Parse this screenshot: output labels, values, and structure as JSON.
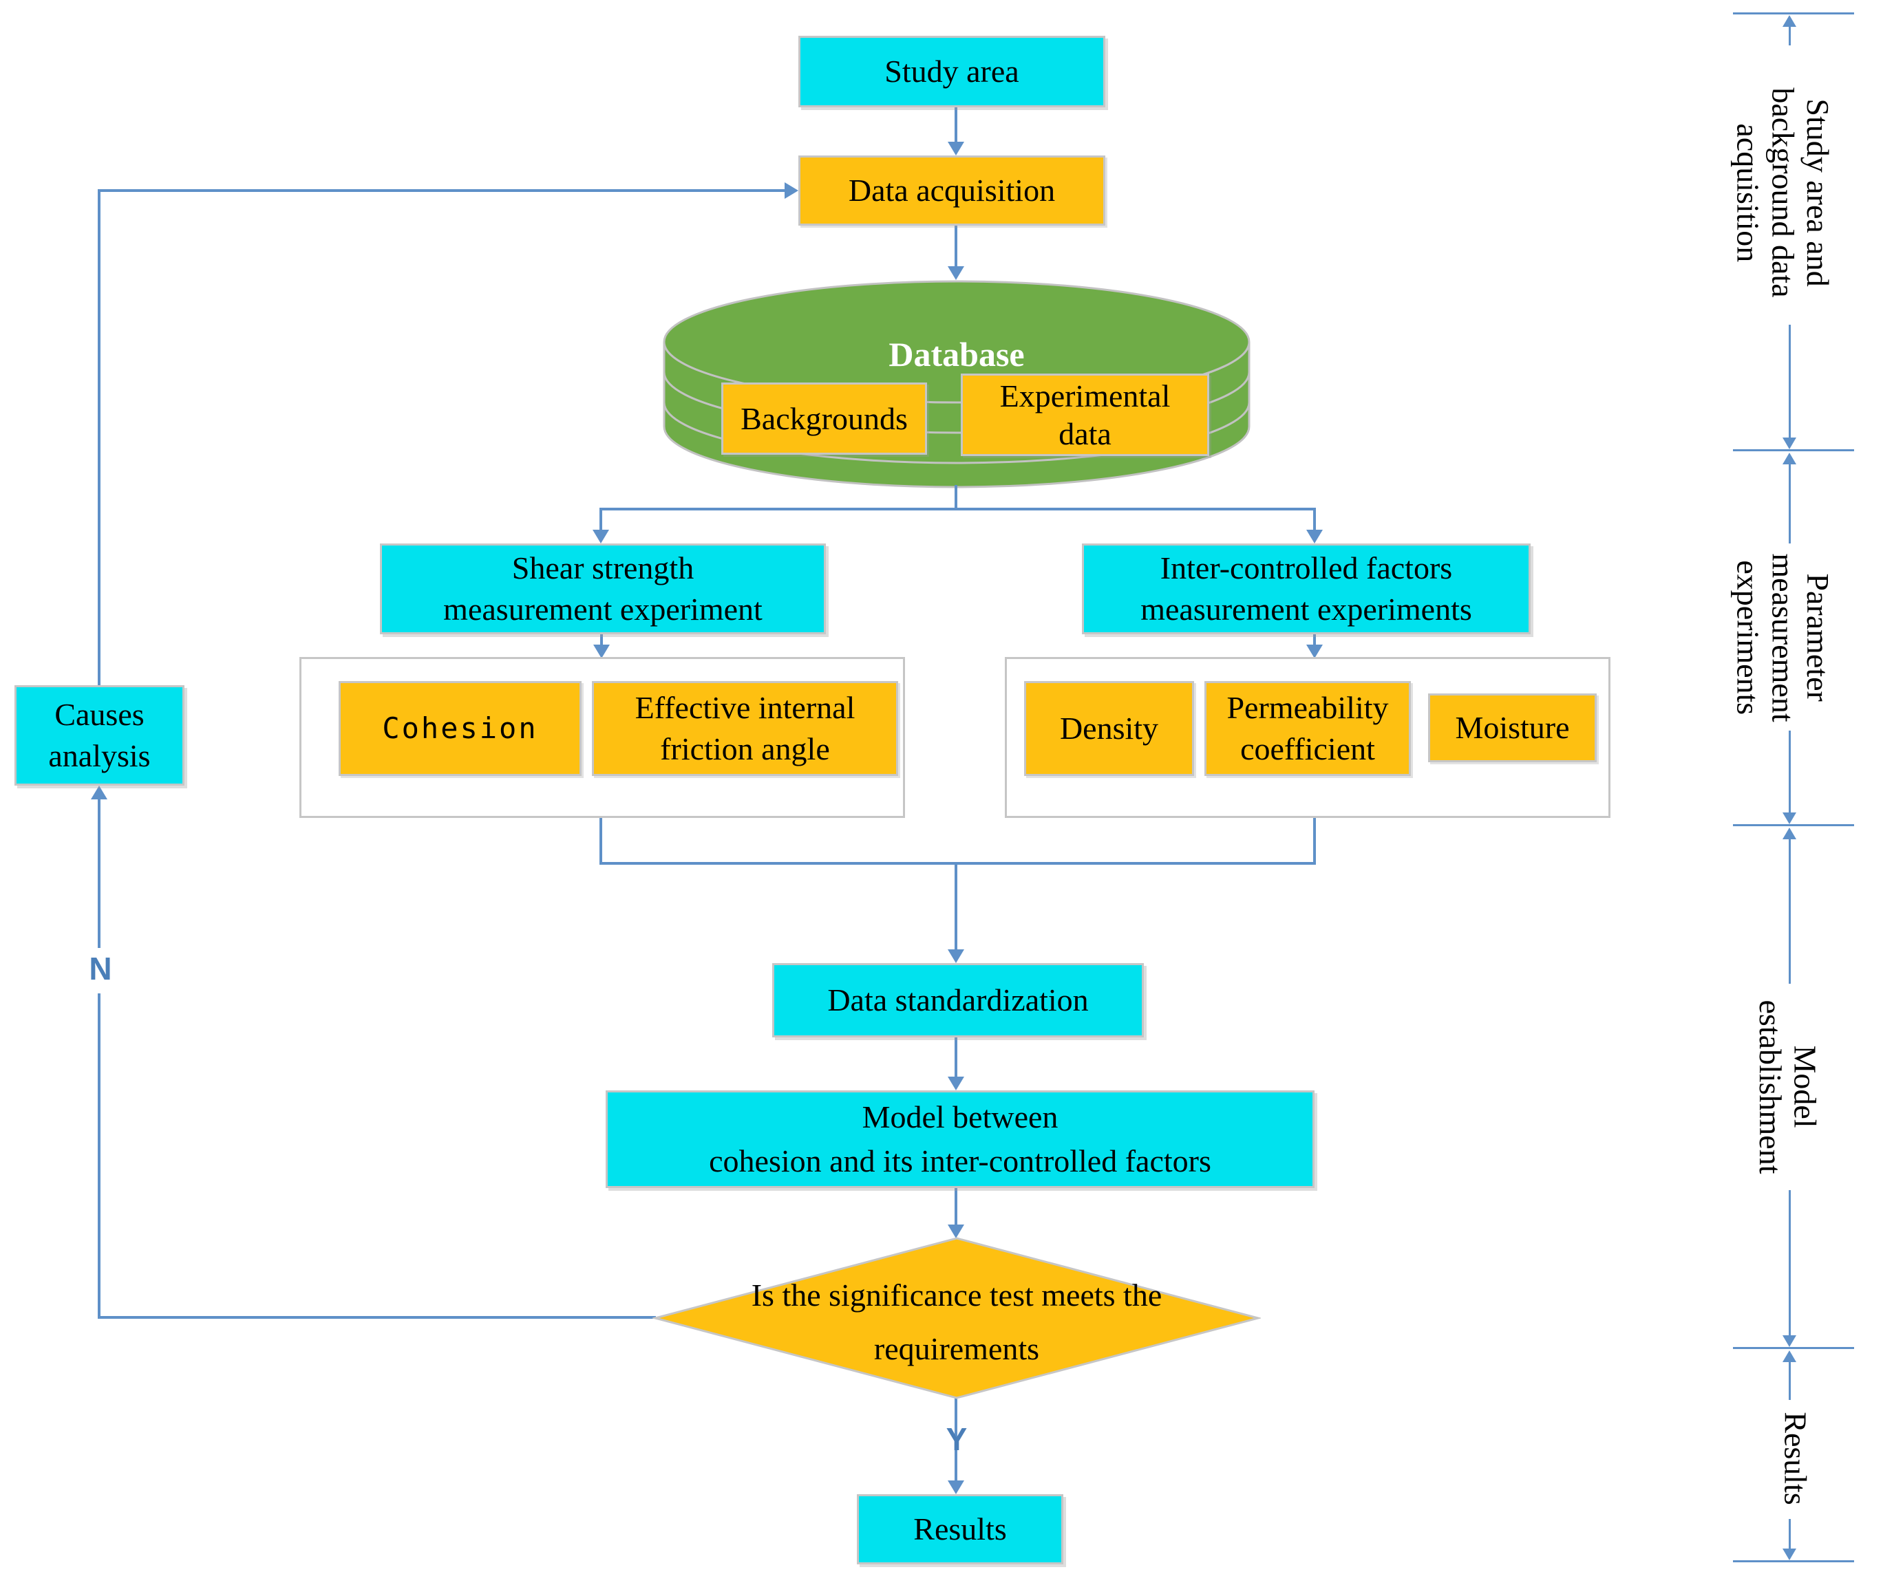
{
  "colors": {
    "cyan": "#00e2ee",
    "orange": "#fec011",
    "green": "#6fac47",
    "line": "#5e90c8",
    "label": "#4a7eb8",
    "border": "#c6c6c6",
    "dbText": "#ffffff"
  },
  "nodes": {
    "study_area": {
      "label": "Study area"
    },
    "data_acquisition": {
      "label": "Data acquisition"
    },
    "database": {
      "label": "Database"
    },
    "backgrounds": {
      "label": "Backgrounds"
    },
    "experimental_data": {
      "line1": "Experimental",
      "line2": "data"
    },
    "shear": {
      "line1": "Shear strength",
      "line2": "measurement experiment"
    },
    "inter": {
      "line1": "Inter-controlled factors",
      "line2": "measurement experiments"
    },
    "cohesion": {
      "label": "Cohesion"
    },
    "friction": {
      "line1": "Effective internal",
      "line2": "friction angle"
    },
    "density": {
      "label": "Density"
    },
    "permeability": {
      "line1": "Permeability",
      "line2": "coefficient"
    },
    "moisture": {
      "label": "Moisture"
    },
    "data_standardization": {
      "label": "Data standardization"
    },
    "model": {
      "line1": "Model between",
      "line2": "cohesion and its inter-controlled factors"
    },
    "decision": {
      "line1": "Is the significance test meets the",
      "line2": "requirements"
    },
    "results": {
      "label": "Results"
    },
    "causes": {
      "line1": "Causes",
      "line2": "analysis"
    }
  },
  "edge_labels": {
    "no": "N",
    "yes": "Y"
  },
  "sections": {
    "s1": {
      "line1": "Study area and",
      "line2": "background data",
      "line3": "acquisition"
    },
    "s2": {
      "line1": "Parameter",
      "line2": "measurement",
      "line3": "experiments"
    },
    "s3": {
      "line1": "Model",
      "line2": "establishment"
    },
    "s4": {
      "line1": "Results"
    }
  }
}
